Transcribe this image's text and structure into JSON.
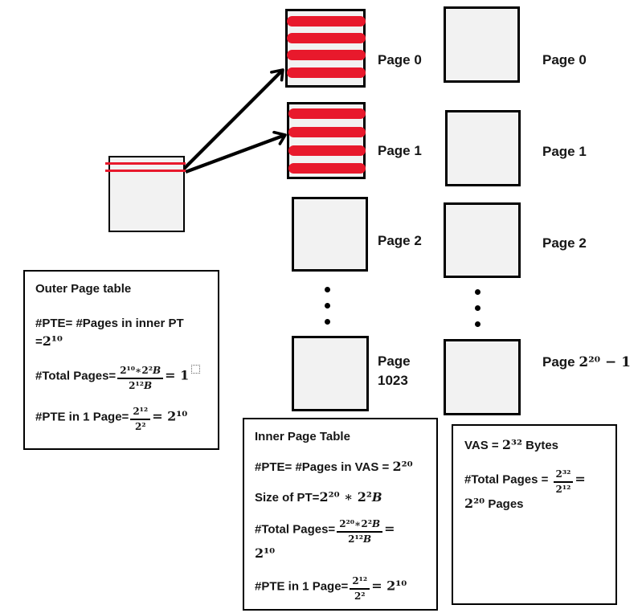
{
  "colors": {
    "stripe_red": "#e8192c",
    "page_fill": "#f2f2f2",
    "line_black": "#000000",
    "background": "#ffffff"
  },
  "outer_page_table_box": {
    "red_entry_line_count": 2,
    "arrows": [
      {
        "from": "outer-page-table-entry",
        "to": "inner-pt-page-0"
      },
      {
        "from": "outer-page-table-entry",
        "to": "inner-pt-page-1"
      }
    ]
  },
  "middle_column": {
    "striped_pages": 2,
    "stripes_per_page": 4,
    "ellipsis_dot_count": 3,
    "labels": {
      "page0": "Page 0",
      "page1": "Page 1",
      "page2": "Page 2",
      "last_line1": "Page",
      "last_line2": "1023"
    }
  },
  "right_column": {
    "ellipsis_dot_count": 3,
    "labels": {
      "page0": "Page 0",
      "page1": "Page 1",
      "page2": "Page 2",
      "last_text": "Page ",
      "last_math": "2²⁰ − 1"
    }
  },
  "notes": {
    "outer": {
      "title": "Outer Page table",
      "pte_line1": "#PTE= #Pages in inner PT",
      "pte_eq": "=",
      "pte_math": "2¹⁰",
      "total_prefix": "#Total Pages=",
      "total_frac": {
        "num": "2¹⁰∗2²",
        "num_unit": "B",
        "den": "2¹²",
        "den_unit": "B"
      },
      "total_result": "= 1",
      "missing_glyph": "dotted-square",
      "pte1_prefix": "#PTE in 1 Page=",
      "pte1_frac": {
        "num": "2¹²",
        "den": "2²"
      },
      "pte1_result": "= 2¹⁰"
    },
    "inner": {
      "title": "Inner Page Table",
      "pte_prefix": "#PTE= #Pages in VAS = ",
      "pte_math": "2²⁰",
      "size_prefix": "Size of PT=",
      "size_math": "2²⁰ ∗ 2²",
      "size_unit": "B",
      "total_prefix": "#Total Pages=",
      "total_frac": {
        "num": "2²⁰∗2²",
        "num_unit": "B",
        "den": "2¹²",
        "den_unit": "B"
      },
      "total_eq": "=",
      "total_result": "2¹⁰",
      "pte1_prefix": "#PTE in 1 Page=",
      "pte1_frac": {
        "num": "2¹²",
        "den": "2²"
      },
      "pte1_result": "= 2¹⁰"
    },
    "vas": {
      "title_prefix": "VAS = ",
      "title_math": "2³²",
      "title_suffix": " Bytes",
      "total_prefix": "#Total Pages = ",
      "total_frac": {
        "num": "2³²",
        "den": "2¹²"
      },
      "total_eq": "=",
      "total_result": "2²⁰",
      "total_suffix": " Pages"
    }
  }
}
